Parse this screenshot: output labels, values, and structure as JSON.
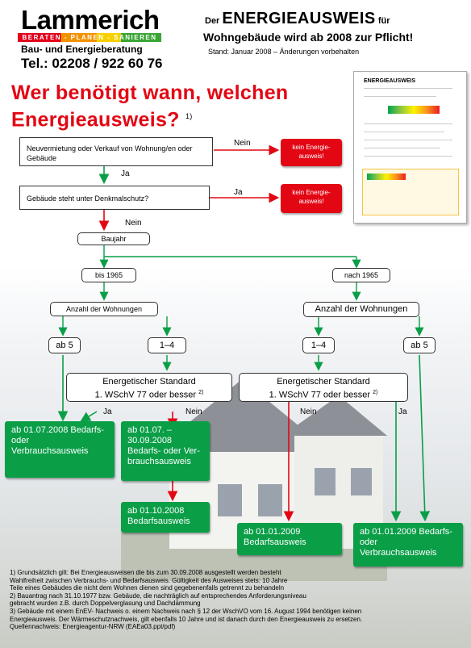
{
  "header": {
    "company": "Lammerich",
    "tagline": "BERATEN - PLANEN - SANIEREN",
    "subtitle": "Bau- und Energieberatung",
    "phone": "Tel.: 02208 / 922 60 76",
    "title_pre": "Der",
    "title_big": "ENERGIEAUSWEIS",
    "title_post": "für",
    "title_line2": "Wohngebäude wird ab 2008 zur Pflicht!",
    "status": "Stand: Januar 2008 – Änderungen vorbehalten"
  },
  "question": {
    "line1": "Wer benötigt wann, welchen",
    "line2": "Energieausweis?",
    "footnote_ref": "1)"
  },
  "thumbnail": {
    "title": "ENERGIEAUSWEIS"
  },
  "flow": {
    "q1": "Neuvermietung oder Verkauf von Wohnung/en oder Gebäude",
    "q1_no": "Nein",
    "q1_yes": "Ja",
    "q1_result": "kein Energie-ausweis!",
    "q2": "Gebäude steht unter Denkmalschutz?",
    "q2_yes": "Ja",
    "q2_no": "Nein",
    "q2_result": "kein Energie-ausweis!",
    "baujahr": "Baujahr",
    "bis_1965": "bis 1965",
    "nach_1965": "nach 1965",
    "anzahl_left": "Anzahl der Wohnungen",
    "anzahl_right": "Anzahl der Wohnungen",
    "ab5_left": "ab 5",
    "range_left": "1–4",
    "range_right": "1–4",
    "ab5_right": "ab 5",
    "std_left_line1": "Energetischer Standard",
    "std_left_line2": "1. WSchV 77 oder besser",
    "std_left_ref": "2)",
    "std_right_line1": "Energetischer Standard",
    "std_right_line2": "1. WSchV 77 oder besser",
    "std_right_ref": "2)",
    "left_ja": "Ja",
    "left_nein": "Nein",
    "right_nein": "Nein",
    "right_ja": "Ja",
    "res1": "ab 01.07.2008 Bedarfs- oder Verbrauchsausweis",
    "res2": "ab 01.07. – 30.09.2008 Bedarfs- oder Ver-brauchsausweis",
    "res3": "ab 01.10.2008 Bedarfsausweis",
    "res4": "ab 01.01.2009 Bedarfsausweis",
    "res5": "ab 01.01.2009 Bedarfs- oder Verbrauchsausweis"
  },
  "footnotes": [
    "1) Grundsätzlich gilt: Bei Energieausweisen die bis zum 30.09.2008 ausgestellt werden besteht",
    "    Wahlfreiheit zwischen Verbrauchs- und Bedarfsausweis. Gültigkeit des Ausweises stets: 10 Jahre",
    "    Teile eines Gebäudes die nicht dem Wohnen dienen sind gegebenenfalls getrennt zu behandeln",
    "2) Bauantrag nach 31.10.1977 bzw. Gebäude, die nachträglich auf entsprechendes Anforderungsniveau",
    "    gebracht wurden z.B. durch Doppelverglasung und Dachdämmung",
    "3) Gebäude mit einem EnEV- Nachweis o. einem Nachweis nach § 12 der WschVO vom 16. August 1994 benötigen keinen",
    "    Energieausweis. Der Wärmeschutznachweis, gilt ebenfalls 10 Jahre und ist danach durch den Energieausweis zu ersetzen.",
    "Quellennachweis: Energieagentur-NRW (EAEa03.ppt/pdf)"
  ],
  "colors": {
    "red": "#e30613",
    "green": "#0a9e47"
  }
}
